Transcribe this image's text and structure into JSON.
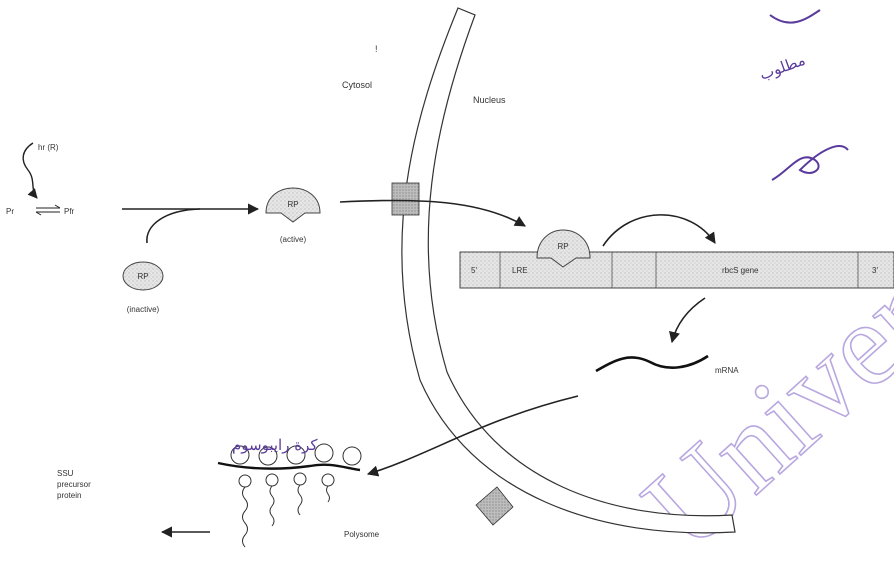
{
  "compartments": {
    "cytosol": "Cytosol",
    "nucleus": "Nucleus",
    "cytosol_mark": "!"
  },
  "light": {
    "hr": "hr (R)",
    "pr": "Pr",
    "pfr": "Pfr"
  },
  "rp": {
    "symbol": "RP",
    "active": "(active)",
    "inactive": "(inactive)"
  },
  "gene": {
    "five_prime": "5'",
    "lre": "LRE",
    "rbcs": "rbcS gene",
    "three_prime": "3'"
  },
  "mrna": "mRNA",
  "polysome": "Polysome",
  "ssu": [
    "SSU",
    "precursor",
    "protein"
  ],
  "annotations": {
    "ribosome_note": "كرة رايبوسوم",
    "top_note": "مطلوب"
  },
  "watermark": "Univers",
  "colors": {
    "handwriting": "#5a3a9c",
    "watermark": "#b9a7e0",
    "stipple": "#d6d6d6",
    "ink": "#222222"
  }
}
